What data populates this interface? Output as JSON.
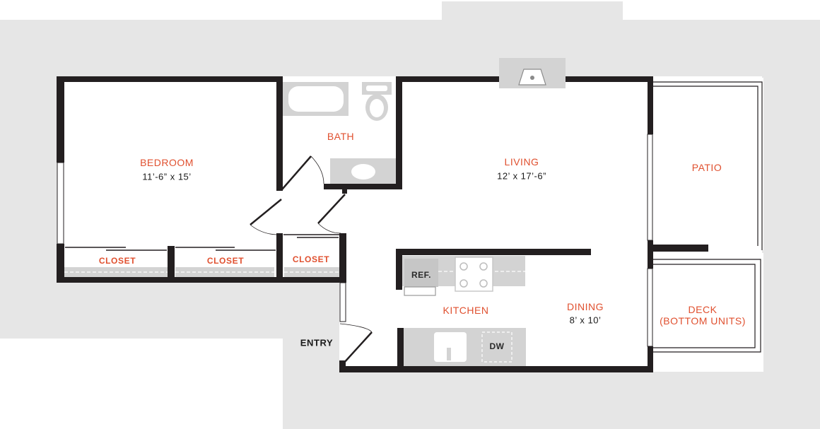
{
  "colors": {
    "wall": "#231f20",
    "exterior_ground": "#e6e6e6",
    "fixture": "#d3d3d3",
    "room_label": "#e0502f",
    "dim_text": "#1a1a1a"
  },
  "rooms": {
    "bedroom": {
      "name": "BEDROOM",
      "dims": "11’-6” x 15’"
    },
    "bath": {
      "name": "BATH"
    },
    "living": {
      "name": "LIVING",
      "dims": "12’ x 17’-6”"
    },
    "patio": {
      "name": "PATIO"
    },
    "kitchen": {
      "name": "KITCHEN"
    },
    "dining": {
      "name": "DINING",
      "dims": "8’ x 10’"
    },
    "deck": {
      "name_line1": "DECK",
      "name_line2": "(BOTTOM UNITS)"
    },
    "closet_1": {
      "name": "CLOSET"
    },
    "closet_2": {
      "name": "CLOSET"
    },
    "closet_3": {
      "name": "CLOSET"
    }
  },
  "fixtures": {
    "refrigerator": "REF.",
    "dishwasher": "DW"
  },
  "entry": {
    "label": "ENTRY"
  }
}
